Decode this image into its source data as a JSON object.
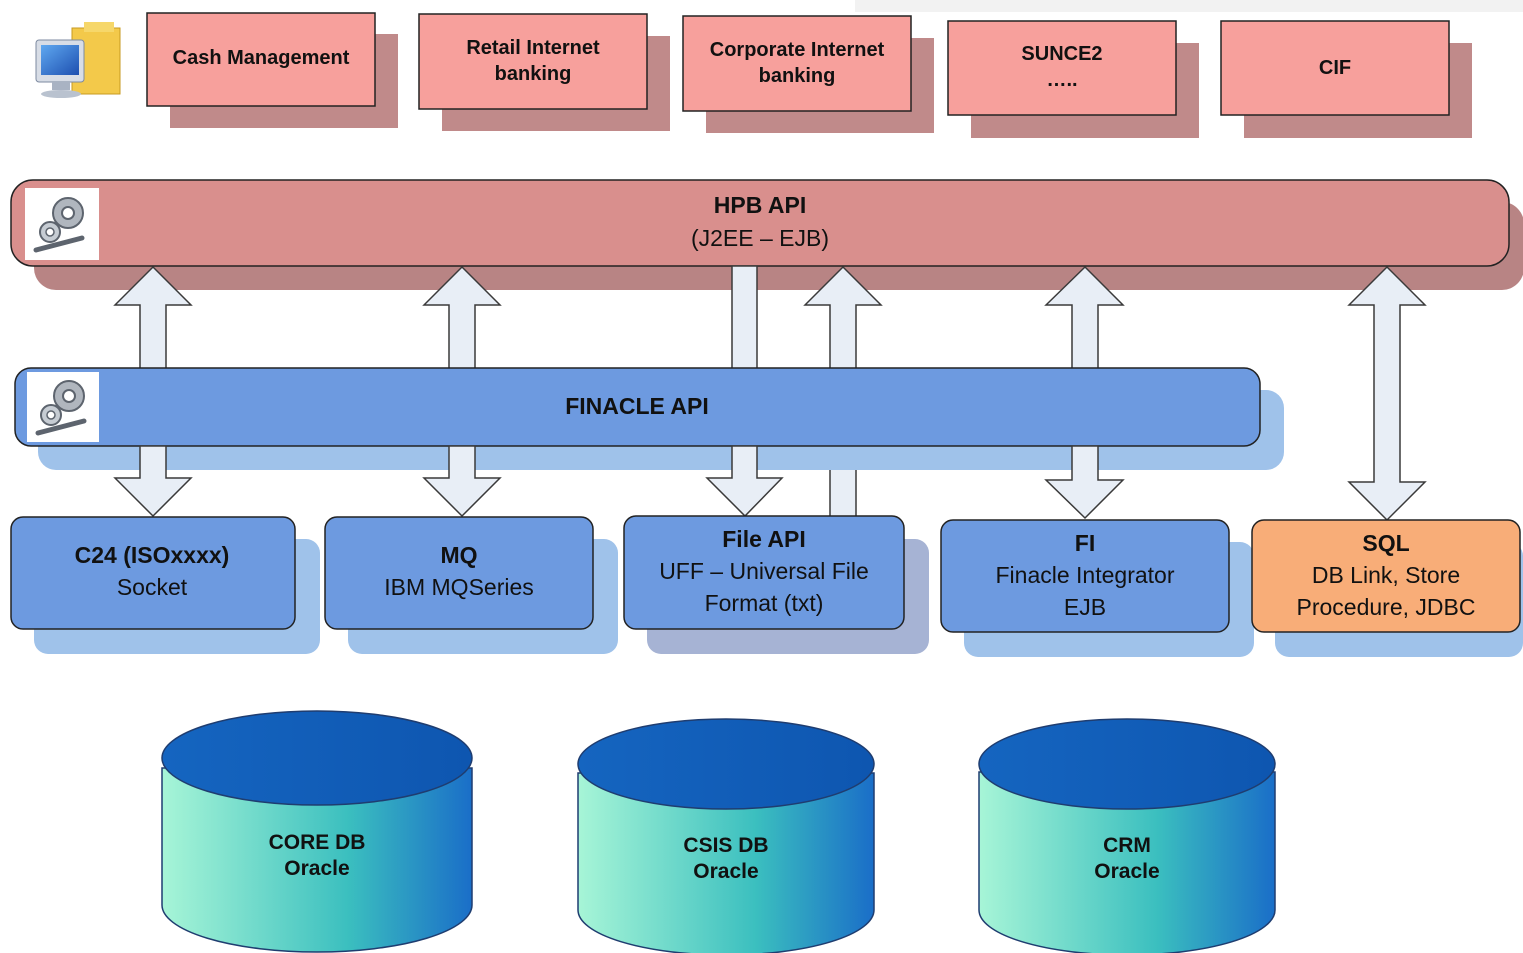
{
  "colors": {
    "app_box": "#f7a09c",
    "app_shadow": "#c08a8a",
    "hpb_bar": "#d98f8d",
    "hpb_shadow": "#b88484",
    "finacle_bar": "#6d9ae0",
    "finacle_shadow": "#9fc2ea",
    "adapter_box": "#6d9ae0",
    "adapter_shadow": "#9fc2ea",
    "sql_box": "#f8ad78",
    "db_top": "#1565c0",
    "db_body_light": "#a7f5d7",
    "arrow_fill": "#e8eef6",
    "arrow_stroke": "#3a3a3a"
  },
  "apps": [
    {
      "line1": "Cash Management",
      "line2": ""
    },
    {
      "line1": "Retail Internet",
      "line2": "banking"
    },
    {
      "line1": "Corporate Internet",
      "line2": "banking"
    },
    {
      "line1": "SUNCE2",
      "line2": "….."
    },
    {
      "line1": "CIF",
      "line2": ""
    }
  ],
  "hpb": {
    "title": "HPB API",
    "subtitle": "(J2EE – EJB)"
  },
  "finacle": {
    "title": "FINACLE API"
  },
  "adapters": [
    {
      "title": "C24  (ISOxxxx)",
      "line1": "Socket",
      "line2": ""
    },
    {
      "title": "MQ",
      "line1": "IBM MQSeries",
      "line2": ""
    },
    {
      "title": "File API",
      "line1": "UFF – Universal File",
      "line2": "Format (txt)"
    },
    {
      "title": "FI",
      "line1": "Finacle Integrator",
      "line2": "EJB"
    },
    {
      "title": "SQL",
      "line1": "DB Link, Store",
      "line2": "Procedure, JDBC"
    }
  ],
  "databases": [
    {
      "name": "CORE DB",
      "engine": "Oracle"
    },
    {
      "name": "CSIS DB",
      "engine": "Oracle"
    },
    {
      "name": "CRM",
      "engine": "Oracle"
    }
  ],
  "icons": {
    "client": "desktop-computer-icon",
    "hpb": "gear-tools-icon",
    "finacle": "gear-tools-icon"
  }
}
